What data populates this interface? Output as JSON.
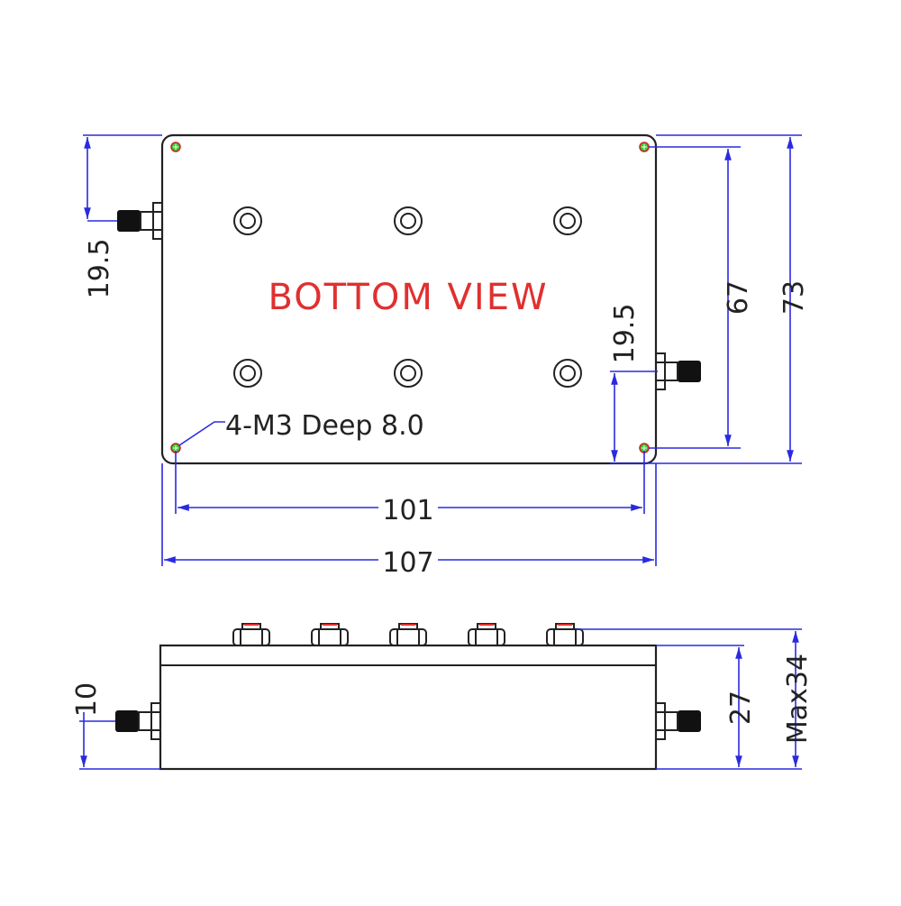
{
  "title": "BOTTOM VIEW",
  "hole_note": "4-M3 Deep 8.0",
  "dimensions": {
    "left_connector_offset": "19.5",
    "right_connector_offset": "19.5",
    "hole_spacing_vertical": "67",
    "height_total": "73",
    "hole_spacing_horizontal": "101",
    "width_total": "107",
    "connector_height": "10",
    "body_height": "27",
    "max_height": "Max34"
  },
  "colors": {
    "dimension": "#2a2ae0",
    "label": "#e03030",
    "outline": "#222222"
  }
}
